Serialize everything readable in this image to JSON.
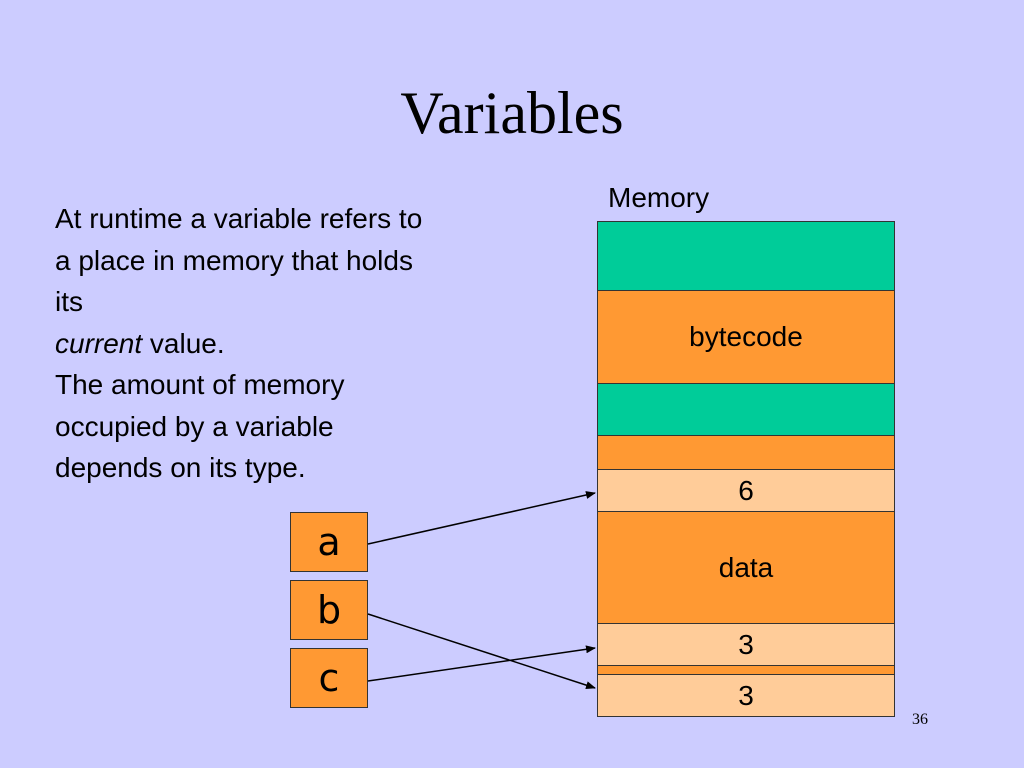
{
  "title": "Variables",
  "text": {
    "line1": "At runtime a variable refers to a place in memory that holds its",
    "emphasis": "current",
    "line1_end": " value.",
    "line2": "The amount of memory occupied by a variable depends on its type."
  },
  "memory": {
    "label": "Memory",
    "bytecode_label": "bytecode",
    "data_label": "data",
    "cell_a_value": "6",
    "cell_c_value": "3",
    "cell_b_value": "3",
    "colors": {
      "green": "#00cc99",
      "orange": "#ff9933",
      "peach": "#ffcc99"
    }
  },
  "variables": [
    "a",
    "b",
    "c"
  ],
  "slide_number": "36"
}
